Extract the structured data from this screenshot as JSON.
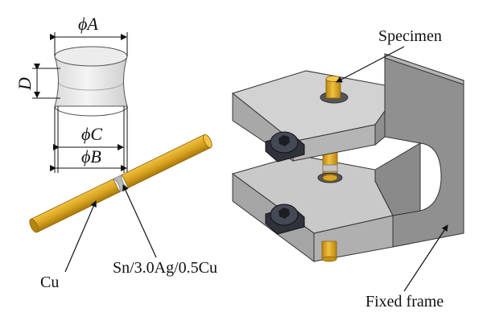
{
  "labels": {
    "dim_a": "ϕA",
    "dim_d": "D",
    "dim_c": "ϕC",
    "dim_b": "ϕB",
    "cu": "Cu",
    "solder": "Sn/3.0Ag/0.5Cu",
    "specimen": "Specimen",
    "fixed_frame": "Fixed frame"
  },
  "colors": {
    "copper_rod": "#d9a521",
    "copper_dark": "#a8780c",
    "solder_joint": "#b9b9b9",
    "frame_top": "#cfcfcf",
    "frame_front": "#a9a9a9",
    "frame_side": "#8f8f8f",
    "screw": "#3a3d45",
    "line": "#111111"
  },
  "icons": {
    "screw_upper": "hex-socket-screw-icon",
    "screw_lower": "hex-socket-screw-icon"
  }
}
